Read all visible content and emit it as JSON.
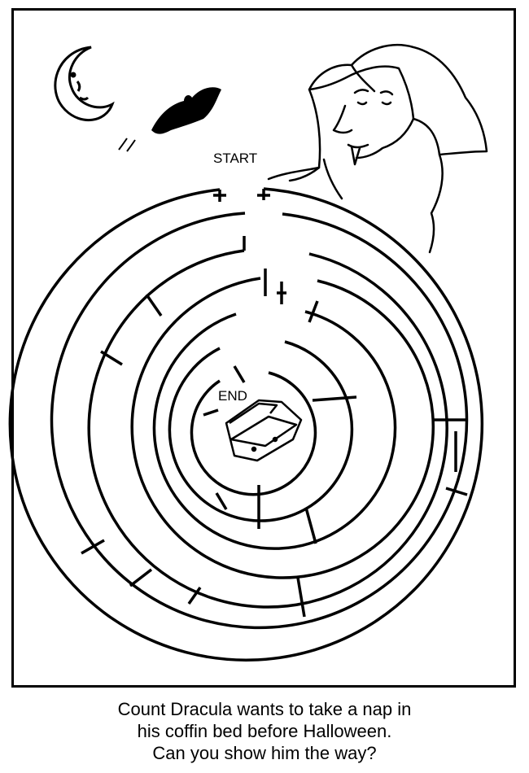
{
  "maze": {
    "start_label": "START",
    "end_label": "END"
  },
  "caption": {
    "line1": "Count Dracula wants to take a nap in",
    "line2": "his coffin bed before Halloween.",
    "line3": "Can you show him the way?"
  },
  "colors": {
    "ink": "#000000",
    "paper": "#ffffff"
  },
  "icons": [
    "crescent-moon-icon",
    "bat-icon",
    "count-dracula-illustration",
    "coffin-icon"
  ]
}
